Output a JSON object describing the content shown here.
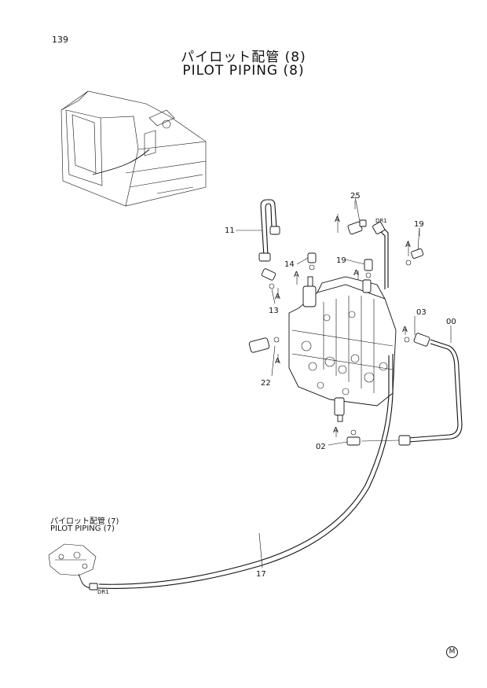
{
  "header": {
    "page_number": "139",
    "title_jp": "パイロット配管 (8)",
    "title_en": "PILOT PIPING (8)"
  },
  "callouts": {
    "p25": "25",
    "p11": "11",
    "p19a": "19",
    "p19b": "19",
    "p14": "14",
    "p13": "13",
    "p03": "03",
    "p00": "00",
    "p22": "22",
    "p02": "02",
    "p17": "17"
  },
  "markers": {
    "a1": "A",
    "a2": "A",
    "a3": "A",
    "a4": "A",
    "a5": "A",
    "a6": "A",
    "a7": "A",
    "a8": "A"
  },
  "drain": {
    "dr1": "DR1",
    "dr2": "DR1"
  },
  "reference": {
    "label_jp": "パイロット配管 (7)",
    "label_en": "PILOT PIPING (7)"
  },
  "footer": {
    "mark": "M"
  }
}
